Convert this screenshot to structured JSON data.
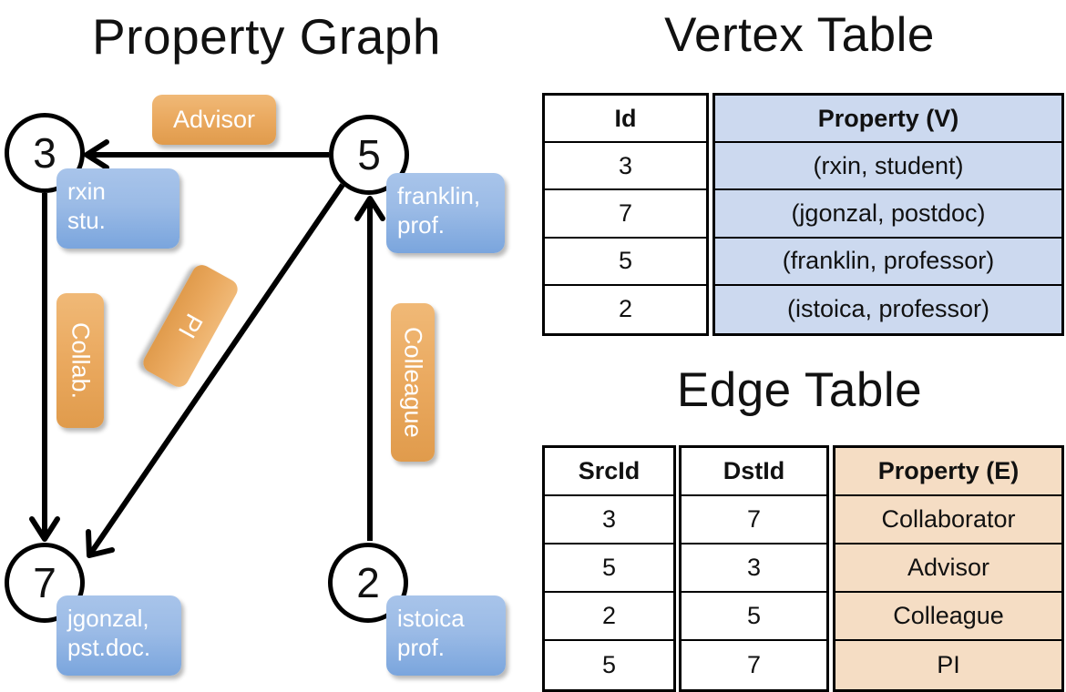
{
  "titles": {
    "property_graph": "Property Graph",
    "vertex_table": "Vertex Table",
    "edge_table": "Edge Table"
  },
  "colors": {
    "vertex_box": "#9bbbe6",
    "edge_box": "#eaa95f",
    "vertex_table_fill": "#ccd9ef",
    "edge_table_fill": "#f5ddc4",
    "stroke": "#000000",
    "background": "#ffffff"
  },
  "graph": {
    "nodes": [
      {
        "id": "3",
        "name": "node-3",
        "property_label": "rxin\nstu.",
        "prop_line1": "rxin",
        "prop_line2": "stu."
      },
      {
        "id": "5",
        "name": "node-5",
        "property_label": "franklin,\nprof.",
        "prop_line1": "franklin,",
        "prop_line2": "prof."
      },
      {
        "id": "7",
        "name": "node-7",
        "property_label": "jgonzal,\npst.doc.",
        "prop_line1": "jgonzal,",
        "prop_line2": "pst.doc."
      },
      {
        "id": "2",
        "name": "node-2",
        "property_label": "istoica\nprof.",
        "prop_line1": "istoica",
        "prop_line2": "prof."
      }
    ],
    "edges": [
      {
        "src": "5",
        "dst": "3",
        "label": "Advisor"
      },
      {
        "src": "3",
        "dst": "7",
        "label": "Collab."
      },
      {
        "src": "5",
        "dst": "7",
        "label": "PI"
      },
      {
        "src": "2",
        "dst": "5",
        "label": "Colleague"
      }
    ]
  },
  "vertex_table": {
    "headers": [
      "Id",
      "Property (V)"
    ],
    "rows": [
      {
        "id": "3",
        "property": "(rxin, student)"
      },
      {
        "id": "7",
        "property": "(jgonzal, postdoc)"
      },
      {
        "id": "5",
        "property": "(franklin, professor)"
      },
      {
        "id": "2",
        "property": "(istoica, professor)"
      }
    ]
  },
  "edge_table": {
    "headers": [
      "SrcId",
      "DstId",
      "Property (E)"
    ],
    "rows": [
      {
        "src": "3",
        "dst": "7",
        "property": "Collaborator"
      },
      {
        "src": "5",
        "dst": "3",
        "property": "Advisor"
      },
      {
        "src": "2",
        "dst": "5",
        "property": "Colleague"
      },
      {
        "src": "5",
        "dst": "7",
        "property": "PI"
      }
    ]
  }
}
